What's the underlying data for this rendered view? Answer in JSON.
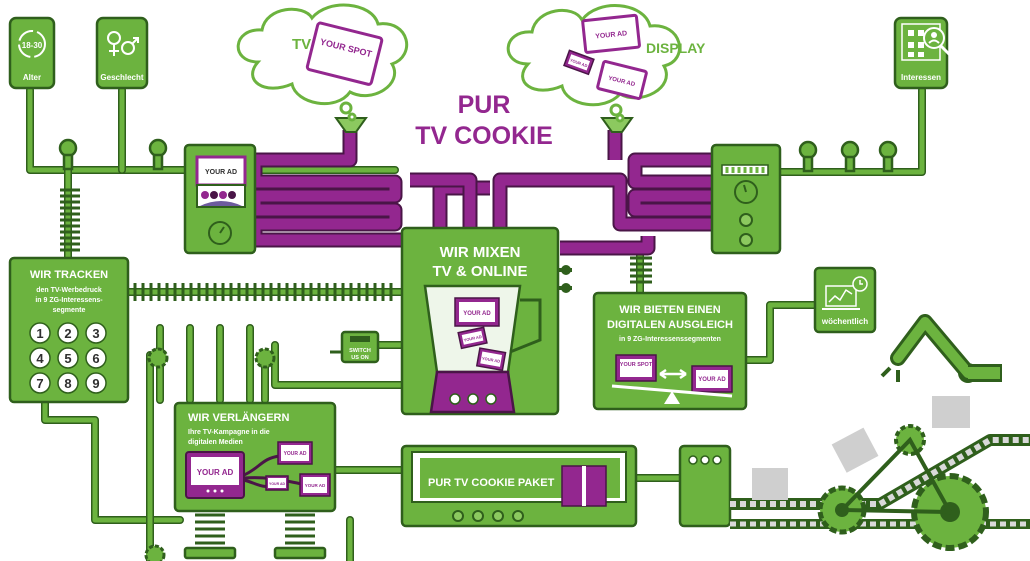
{
  "title_line1": "PUR",
  "title_line2": "TV COOKIE",
  "clouds": {
    "tv_label": "TV",
    "tv_spot": "YOUR SPOT",
    "display_label": "DISPLAY",
    "display_ads": [
      "YOUR AD",
      "YOUR AD",
      "YOUR AD"
    ]
  },
  "tanks": {
    "alter_value": "18-30",
    "alter_label": "Alter",
    "geschlecht_label": "Geschlecht",
    "interessen_label": "Interessen"
  },
  "left_machine": {
    "screen": "YOUR AD"
  },
  "tracker": {
    "title": "WIR TRACKEN",
    "text_line1": "den TV-Werbedruck",
    "text_line2": "in 9 ZG-Interessens-",
    "text_line3": "segmente",
    "keys": [
      "1",
      "2",
      "3",
      "4",
      "5",
      "6",
      "7",
      "8",
      "9"
    ]
  },
  "mixer": {
    "title_line1": "WIR MIXEN",
    "title_line2": "TV & ONLINE",
    "ads": [
      "YOUR AD",
      "YOUR AD",
      "YOUR AD"
    ]
  },
  "switch_label_line1": "SWITCH",
  "switch_label_line2": "US ON",
  "balance": {
    "title_line1": "WIR BIETEN EINEN",
    "title_line2": "DIGITALEN AUSGLEICH",
    "subtitle": "in 9 ZG-Interessenssegmenten",
    "left": "YOUR SPOT",
    "right": "YOUR AD"
  },
  "weekly_label": "wöchentlich",
  "extend": {
    "title": "WIR VERLÄNGERN",
    "text_line1": "Ihre TV-Kampagne in die",
    "text_line2": "digitalen Medien",
    "tv_screen": "YOUR AD",
    "small_ads": [
      "YOUR AD",
      "YOUR AD",
      "YOUR AD"
    ]
  },
  "paket_label": "PUR TV COOKIE PAKET",
  "colors": {
    "green": "#6cb33f",
    "dark_green": "#2f5f1c",
    "purple": "#93278f"
  }
}
